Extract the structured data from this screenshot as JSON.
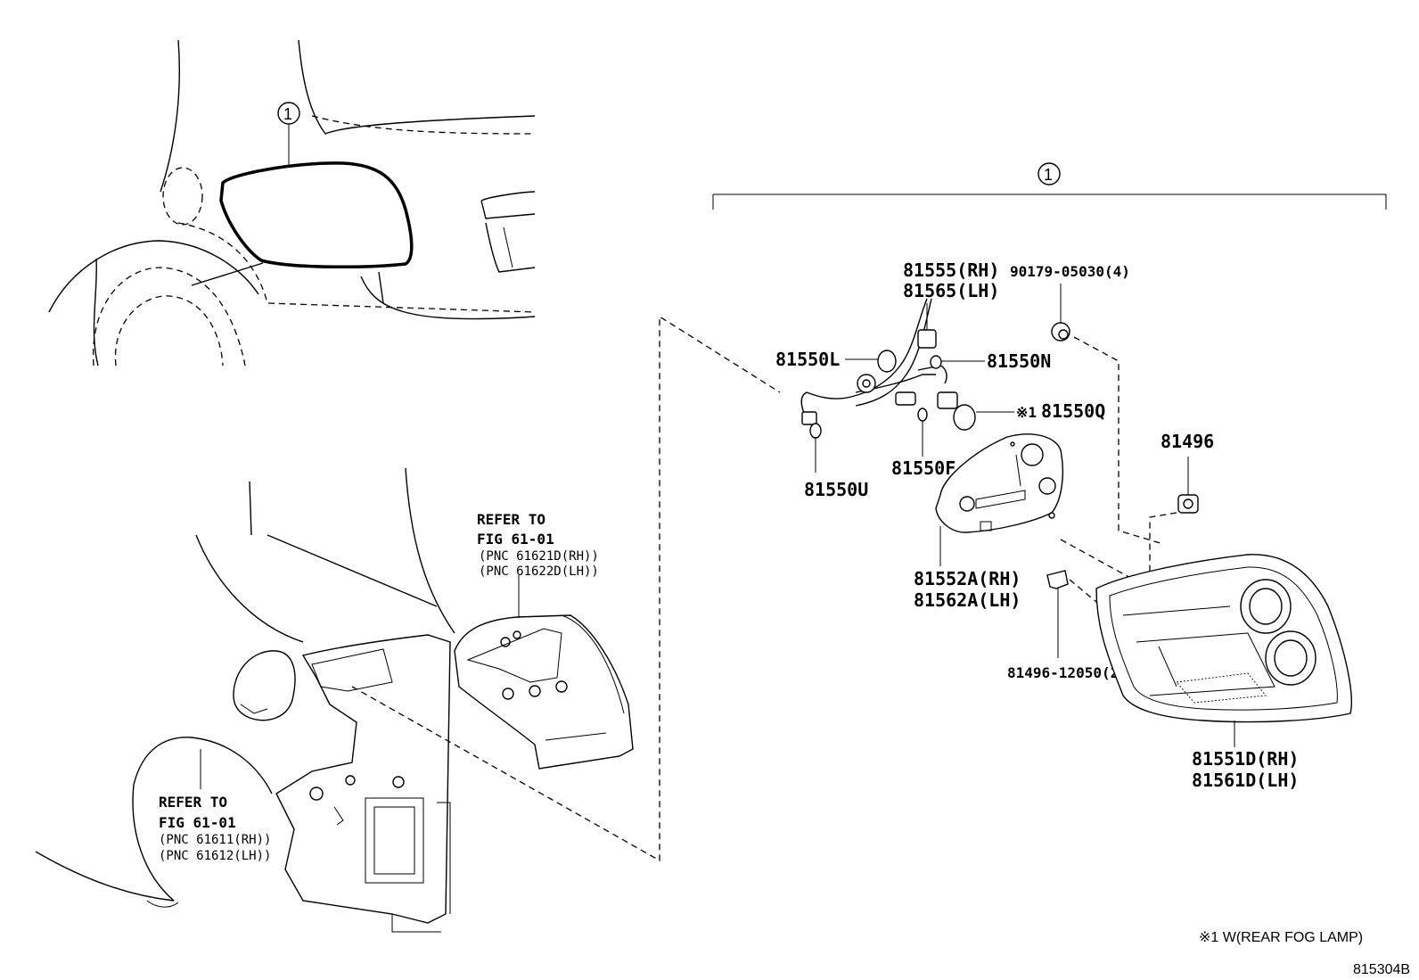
{
  "callout_1_top": "1",
  "callout_1_assembly": "1",
  "labels": {
    "p81555": "81555(RH)",
    "p81565": "81565(LH)",
    "p90179": "90179-05030(4)",
    "p81550L": "81550L",
    "p81550N": "81550N",
    "p81550Q_mark": "※1",
    "p81550Q": "81550Q",
    "p81550F": "81550F",
    "p81550U": "81550U",
    "p81496": "81496",
    "p81552A": "81552A(RH)",
    "p81562A": "81562A(LH)",
    "p81496_12050": "81496-12050(2)",
    "p81551D": "81551D(RH)",
    "p81561D": "81561D(LH)"
  },
  "refer_upper": {
    "line1": "REFER TO",
    "line2": "FIG 61-01",
    "line3": "(PNC 61621D(RH))",
    "line4": "(PNC 61622D(LH))"
  },
  "refer_lower": {
    "line1": "REFER TO",
    "line2": "FIG 61-01",
    "line3": "(PNC 61611(RH))",
    "line4": "(PNC 61612(LH))"
  },
  "footnote": "※1 W(REAR FOG LAMP)",
  "diagram_code": "815304B"
}
